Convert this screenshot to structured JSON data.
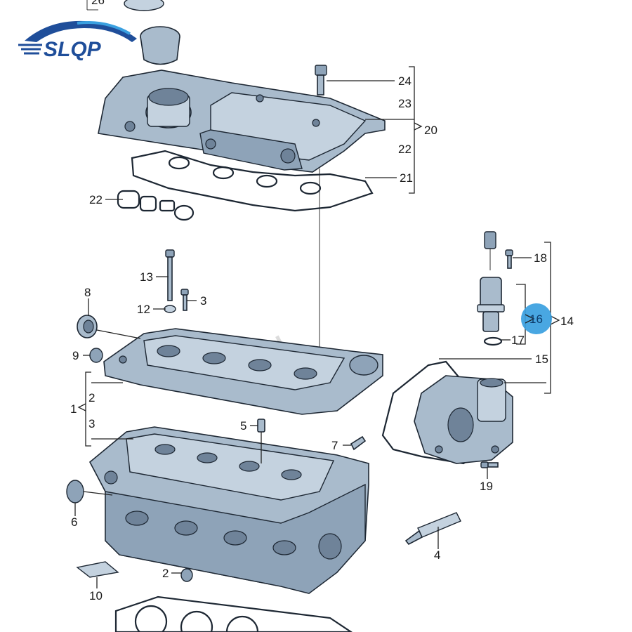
{
  "logo": {
    "text": "SLQP",
    "primary_color": "#1f4e9a",
    "accent_color": "#3aa0e0"
  },
  "watermark": {
    "text": "UIHAN",
    "color": "#d9d9d9"
  },
  "highlight": {
    "label": "16",
    "color": "#3aa0e0"
  },
  "callouts": [
    {
      "id": "c1",
      "label": "1"
    },
    {
      "id": "c2",
      "label": "2"
    },
    {
      "id": "c3",
      "label": "3"
    },
    {
      "id": "c2b",
      "label": "2"
    },
    {
      "id": "c3b",
      "label": "3"
    },
    {
      "id": "c4",
      "label": "4"
    },
    {
      "id": "c5",
      "label": "5"
    },
    {
      "id": "c6",
      "label": "6"
    },
    {
      "id": "c7",
      "label": "7"
    },
    {
      "id": "c8",
      "label": "8"
    },
    {
      "id": "c9",
      "label": "9"
    },
    {
      "id": "c10",
      "label": "10"
    },
    {
      "id": "c12",
      "label": "12"
    },
    {
      "id": "c13",
      "label": "13"
    },
    {
      "id": "c14",
      "label": "14"
    },
    {
      "id": "c15",
      "label": "15"
    },
    {
      "id": "c16",
      "label": "16"
    },
    {
      "id": "c17",
      "label": "17"
    },
    {
      "id": "c18",
      "label": "18"
    },
    {
      "id": "c19",
      "label": "19"
    },
    {
      "id": "c20",
      "label": "20"
    },
    {
      "id": "c21",
      "label": "21"
    },
    {
      "id": "c22a",
      "label": "22"
    },
    {
      "id": "c22b",
      "label": "22"
    },
    {
      "id": "c23",
      "label": "23"
    },
    {
      "id": "c24",
      "label": "24"
    },
    {
      "id": "c26",
      "label": "26"
    }
  ]
}
